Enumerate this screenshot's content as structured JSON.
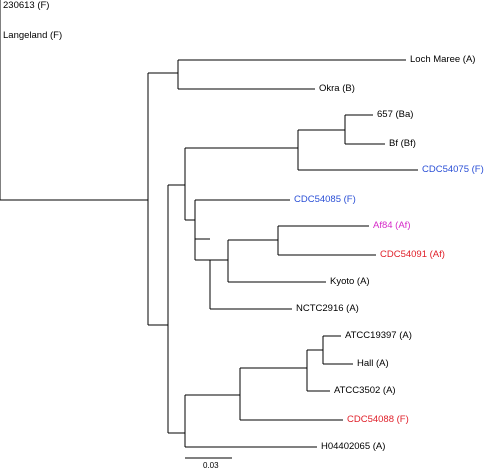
{
  "taxa": [
    {
      "id": "t230613",
      "label": "230613 (F)",
      "color": "#000000"
    },
    {
      "id": "langeland",
      "label": "Langeland (F)",
      "color": "#000000"
    },
    {
      "id": "lochmaree",
      "label": "Loch Maree (A)",
      "color": "#000000"
    },
    {
      "id": "okra",
      "label": "Okra (B)",
      "color": "#000000"
    },
    {
      "id": "t657",
      "label": "657 (Ba)",
      "color": "#000000"
    },
    {
      "id": "bf",
      "label": "Bf (Bf)",
      "color": "#000000"
    },
    {
      "id": "cdc54075",
      "label": "CDC54075 (F)",
      "color": "#2a4fd6"
    },
    {
      "id": "cdc54085",
      "label": "CDC54085 (F)",
      "color": "#2a4fd6"
    },
    {
      "id": "af84",
      "label": "Af84 (Af)",
      "color": "#d62ac8"
    },
    {
      "id": "cdc54091",
      "label": "CDC54091 (Af)",
      "color": "#e0202a"
    },
    {
      "id": "kyoto",
      "label": "Kyoto (A)",
      "color": "#000000"
    },
    {
      "id": "nctc2916",
      "label": "NCTC2916 (A)",
      "color": "#000000"
    },
    {
      "id": "atcc19397",
      "label": "ATCC19397 (A)",
      "color": "#000000"
    },
    {
      "id": "hall",
      "label": "Hall (A)",
      "color": "#000000"
    },
    {
      "id": "atcc3502",
      "label": "ATCC3502 (A)",
      "color": "#000000"
    },
    {
      "id": "cdc54088",
      "label": "CDC54088 (F)",
      "color": "#e0202a"
    },
    {
      "id": "h04402065",
      "label": "H04402065 (A)",
      "color": "#000000"
    }
  ],
  "scale_bar": {
    "label": "0.03"
  }
}
